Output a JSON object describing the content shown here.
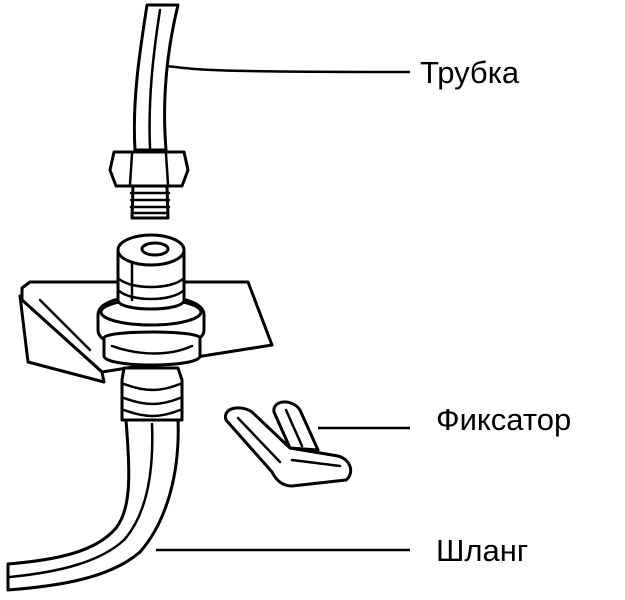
{
  "labels": {
    "tube": "Трубка",
    "clip": "Фиксатор",
    "hose": "Шланг"
  },
  "colors": {
    "line": "#000000",
    "background": "#ffffff"
  }
}
